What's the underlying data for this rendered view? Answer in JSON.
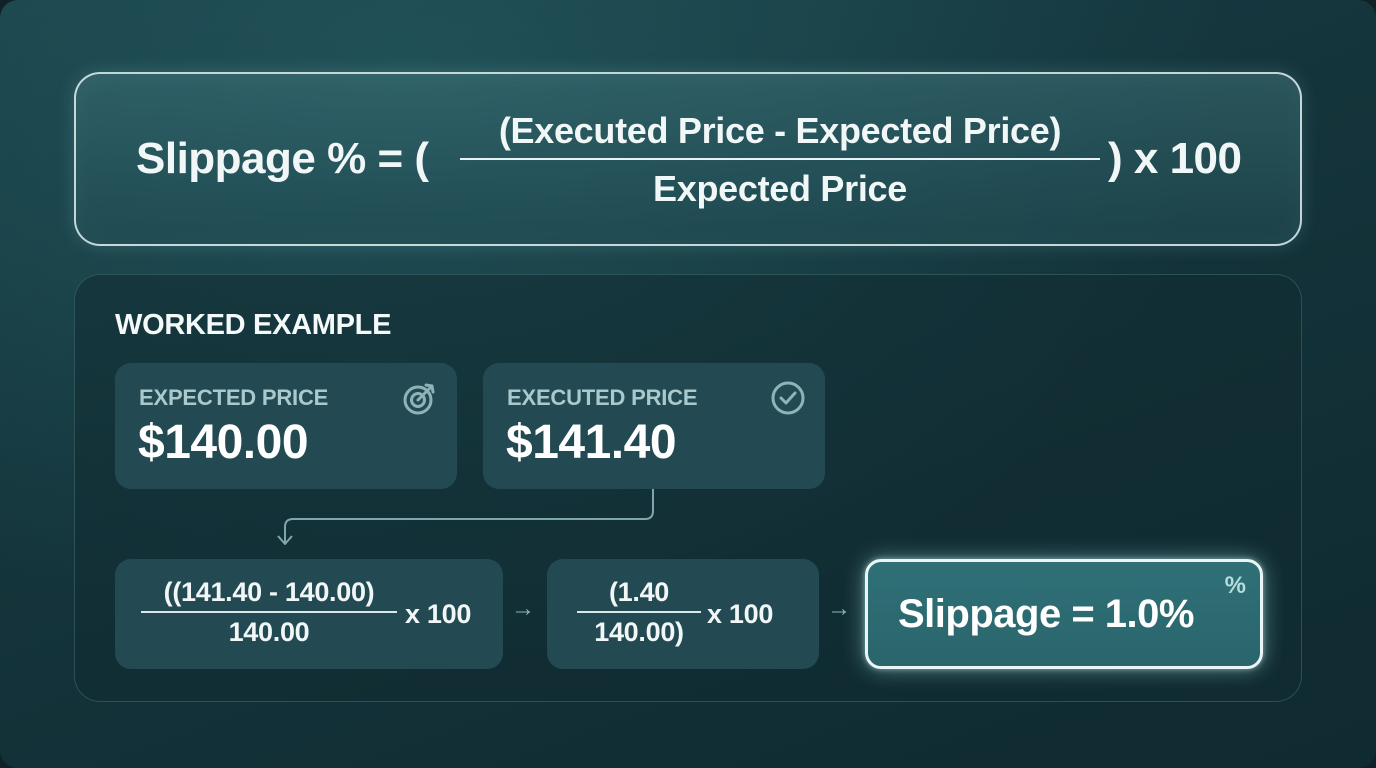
{
  "formula": {
    "lhs": "Slippage % = (",
    "numerator": "(Executed Price - Expected Price)",
    "denominator": "Expected Price",
    "rhs": ") x 100"
  },
  "example": {
    "title": "WORKED EXAMPLE",
    "expected": {
      "label": "EXPECTED PRICE",
      "value": "$140.00",
      "icon": "target-icon"
    },
    "executed": {
      "label": "EXECUTED PRICE",
      "value": "$141.40",
      "icon": "check-circle-icon"
    },
    "step1": {
      "numerator": "((141.40 - 140.00)",
      "denominator": "140.00",
      "times": "x 100"
    },
    "step2": {
      "numerator": "(1.40",
      "denominator": "140.00)",
      "times": "x 100"
    },
    "arrow": "→",
    "result": {
      "text": "Slippage = 1.0%",
      "icon": "%",
      "icon_name": "percent-icon"
    }
  },
  "colors": {
    "background": "#14343b",
    "card": "#234a52",
    "accent": "#2f7077",
    "text": "#f1f7f7",
    "muted_label": "#a9c9cc"
  }
}
